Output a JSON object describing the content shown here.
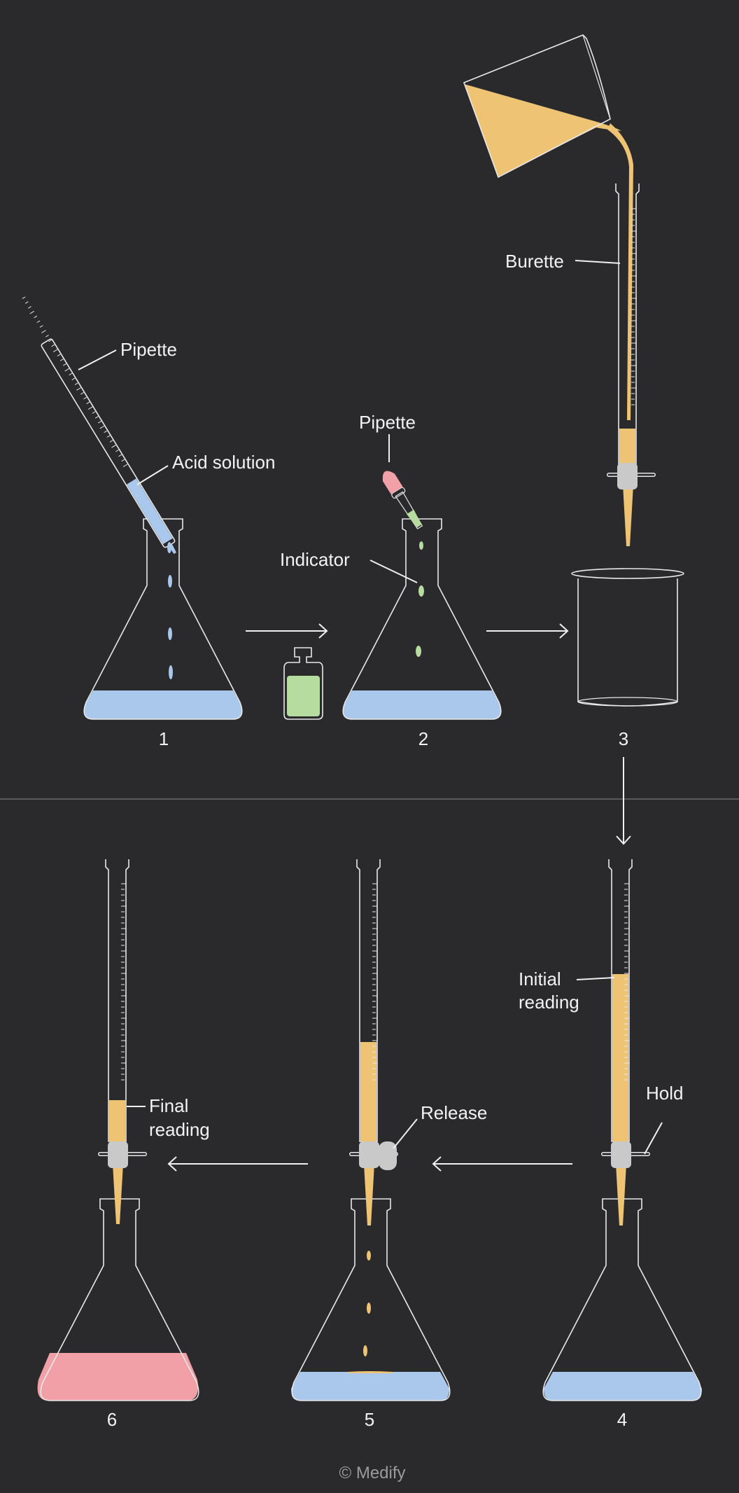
{
  "colors": {
    "background": "#2a2a2c",
    "acid_blue": "#a9c8ec",
    "titrant_orange": "#efc374",
    "indicator_green": "#b7dca0",
    "endpoint_pink": "#f0a0a6",
    "stopcock_gray": "#c9c9c9",
    "divider": "#6a6a6a"
  },
  "labels": {
    "pipette_step1": "Pipette",
    "acid_solution": "Acid solution",
    "pipette_step2": "Pipette",
    "indicator": "Indicator",
    "burette": "Burette",
    "initial_reading_1": "Initial",
    "initial_reading_2": "reading",
    "hold": "Hold",
    "release": "Release",
    "final_reading_1": "Final",
    "final_reading_2": "reading"
  },
  "steps": [
    "1",
    "2",
    "3",
    "4",
    "5",
    "6"
  ],
  "footer": {
    "copyright": "© Medify"
  },
  "icons": [
    "conical-flask-icon",
    "pipette-icon",
    "dropper-icon",
    "indicator-bottle-icon",
    "burette-icon",
    "beaker-icon",
    "pouring-beaker-icon",
    "arrow-icon"
  ]
}
